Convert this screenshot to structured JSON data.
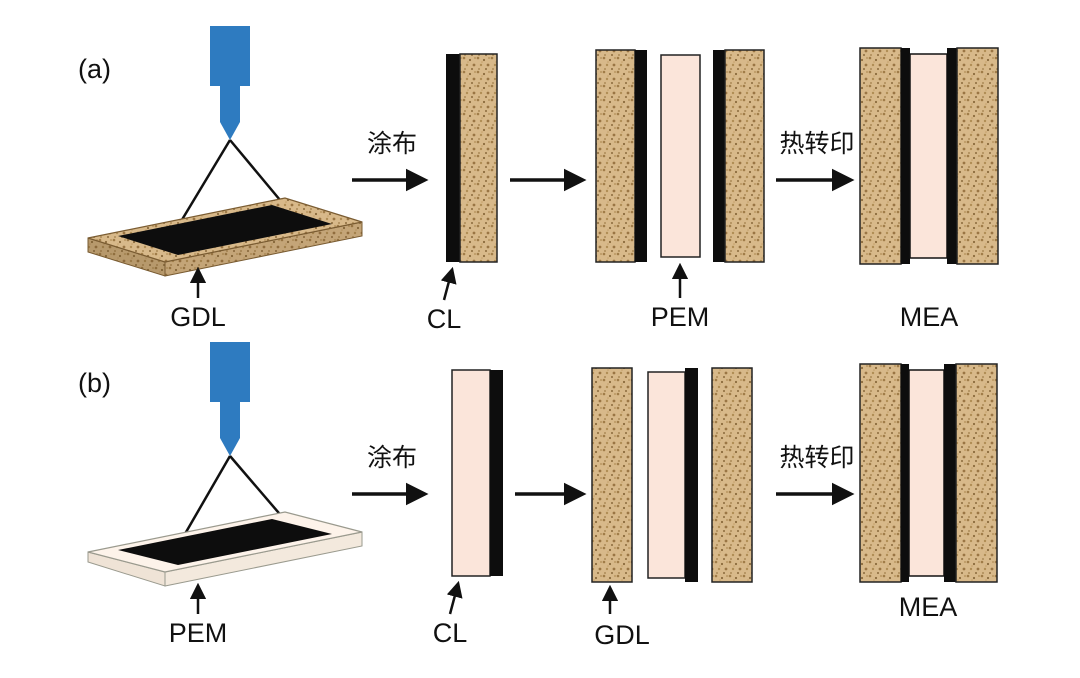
{
  "colors": {
    "background": "#ffffff",
    "gdl_base": "#d8b98a",
    "gdl_speckle_dark": "#8a6a3c",
    "gdl_edge": "#7a5c32",
    "pem_fill": "#fbe5da",
    "pem_board_fill": "#fdf3ea",
    "cl_fill": "#0d0d0d",
    "nozzle_fill": "#2e7bc0",
    "line": "#111111"
  },
  "rows": [
    {
      "panel_label": "(a)",
      "substrate_label": "GDL",
      "coat_arrow_label": "涂布",
      "cl_label": "CL",
      "middle_label": "PEM",
      "transfer_arrow_label": "热转印",
      "mea_label": "MEA"
    },
    {
      "panel_label": "(b)",
      "substrate_label": "PEM",
      "coat_arrow_label": "涂布",
      "cl_label": "CL",
      "middle_label": "GDL",
      "transfer_arrow_label": "热转印",
      "mea_label": "MEA"
    }
  ]
}
